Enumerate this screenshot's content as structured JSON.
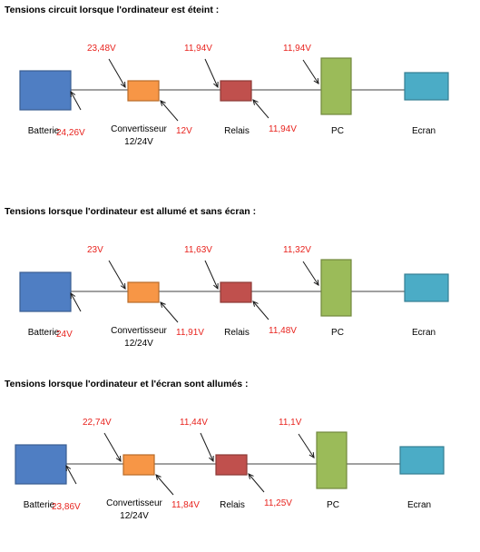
{
  "colors": {
    "battery": "#4f7ec3",
    "battery_border": "#395d91",
    "converter": "#f79646",
    "converter_border": "#b86a28",
    "relay": "#c0504d",
    "relay_border": "#8c3936",
    "pc": "#9bbb59",
    "pc_border": "#71893e",
    "screen": "#4bacc6",
    "screen_border": "#357f93",
    "voltage_text": "#e8231e"
  },
  "component_labels": {
    "battery": "Batterie",
    "converter_line1": "Convertisseur",
    "converter_line2": "12/24V",
    "relay": "Relais",
    "pc": "PC",
    "screen": "Ecran"
  },
  "scenarios": [
    {
      "title": "Tensions circuit lorsque l'ordinateur est éteint :",
      "voltages": {
        "battery_out": "24,26V",
        "converter_in": "23,48V",
        "converter_out": "12V",
        "relay_in": "11,94V",
        "relay_out": "11,94V",
        "pc_in": "11,94V"
      }
    },
    {
      "title": "Tensions lorsque l'ordinateur  est allumé et sans écran :",
      "voltages": {
        "battery_out": "24V",
        "converter_in": "23V",
        "converter_out": "11,91V",
        "relay_in": "11,63V",
        "relay_out": "11,48V",
        "pc_in": "11,32V"
      }
    },
    {
      "title": "Tensions lorsque l'ordinateur  et l'écran sont allumés :",
      "voltages": {
        "battery_out": "23,86V",
        "converter_in": "22,74V",
        "converter_out": "11,84V",
        "relay_in": "11,44V",
        "relay_out": "11,25V",
        "pc_in": "11,1V"
      }
    }
  ]
}
